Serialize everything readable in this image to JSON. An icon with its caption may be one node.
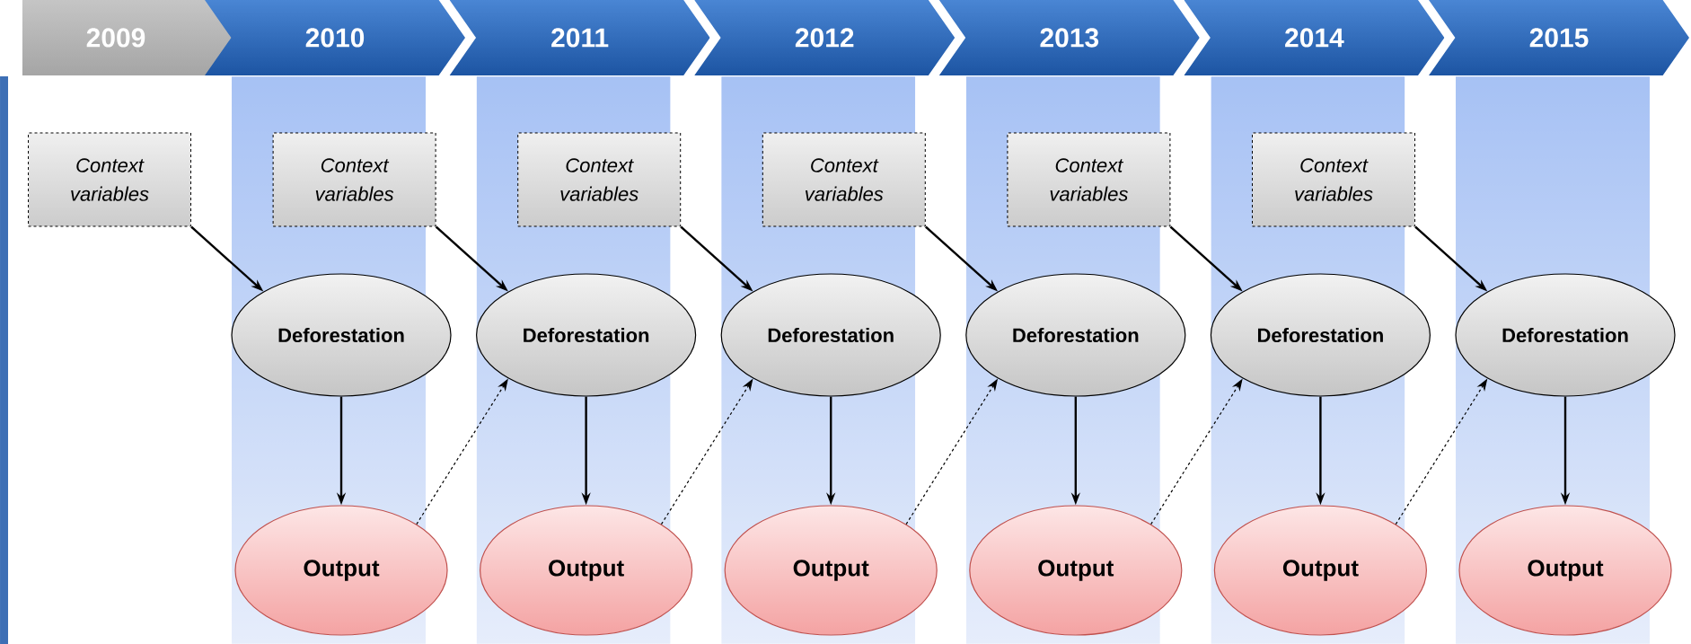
{
  "diagram": {
    "nodes": [
      {
        "text": [
          "2009"
        ]
      },
      {
        "text": [
          "2010"
        ]
      },
      {
        "text": [
          "2011"
        ]
      },
      {
        "text": [
          "2012"
        ]
      },
      {
        "text": [
          "2013"
        ]
      },
      {
        "text": [
          "2014"
        ]
      },
      {
        "text": [
          "2015"
        ]
      },
      {
        "text": [
          "Context variables"
        ]
      },
      {
        "text": [
          "Context variables"
        ]
      },
      {
        "text": [
          "Context variables"
        ]
      },
      {
        "text": [
          "Context variables"
        ]
      },
      {
        "text": [
          "Context variables"
        ]
      },
      {
        "text": [
          "Context variables"
        ]
      },
      {
        "text": [
          "Deforestation"
        ]
      },
      {
        "text": [
          "Deforestation"
        ]
      },
      {
        "text": [
          "Deforestation"
        ]
      },
      {
        "text": [
          "Deforestation"
        ]
      },
      {
        "text": [
          "Deforestation"
        ]
      },
      {
        "text": [
          "Deforestation"
        ]
      },
      {
        "text": [
          "Output"
        ]
      },
      {
        "text": [
          "Output"
        ]
      },
      {
        "text": [
          "Output"
        ]
      },
      {
        "text": [
          "Output"
        ]
      },
      {
        "text": [
          "Output"
        ]
      },
      {
        "text": [
          "Output"
        ]
      }
    ],
    "edges": [
      {
        "from": 7,
        "to": 13,
        "arrow": "to"
      },
      {
        "from": 8,
        "to": 14,
        "arrow": "to"
      },
      {
        "from": 9,
        "to": 15,
        "arrow": "to"
      },
      {
        "from": 10,
        "to": 16,
        "arrow": "to"
      },
      {
        "from": 11,
        "to": 17,
        "arrow": "to"
      },
      {
        "from": 12,
        "to": 18,
        "arrow": "to"
      },
      {
        "from": 13,
        "to": 19,
        "arrow": "to"
      },
      {
        "from": 14,
        "to": 20,
        "arrow": "to"
      },
      {
        "from": 15,
        "to": 21,
        "arrow": "to"
      },
      {
        "from": 16,
        "to": 22,
        "arrow": "to"
      },
      {
        "from": 17,
        "to": 23,
        "arrow": "to"
      },
      {
        "from": 18,
        "to": 24,
        "arrow": "to"
      },
      {
        "from": 19,
        "to": 14,
        "arrow": "to",
        "style": "dashed"
      },
      {
        "from": 20,
        "to": 15,
        "arrow": "to",
        "style": "dashed"
      },
      {
        "from": 21,
        "to": 16,
        "arrow": "to",
        "style": "dashed"
      },
      {
        "from": 22,
        "to": 17,
        "arrow": "to",
        "style": "dashed"
      },
      {
        "from": 23,
        "to": 18,
        "arrow": "to",
        "style": "dashed"
      }
    ]
  }
}
